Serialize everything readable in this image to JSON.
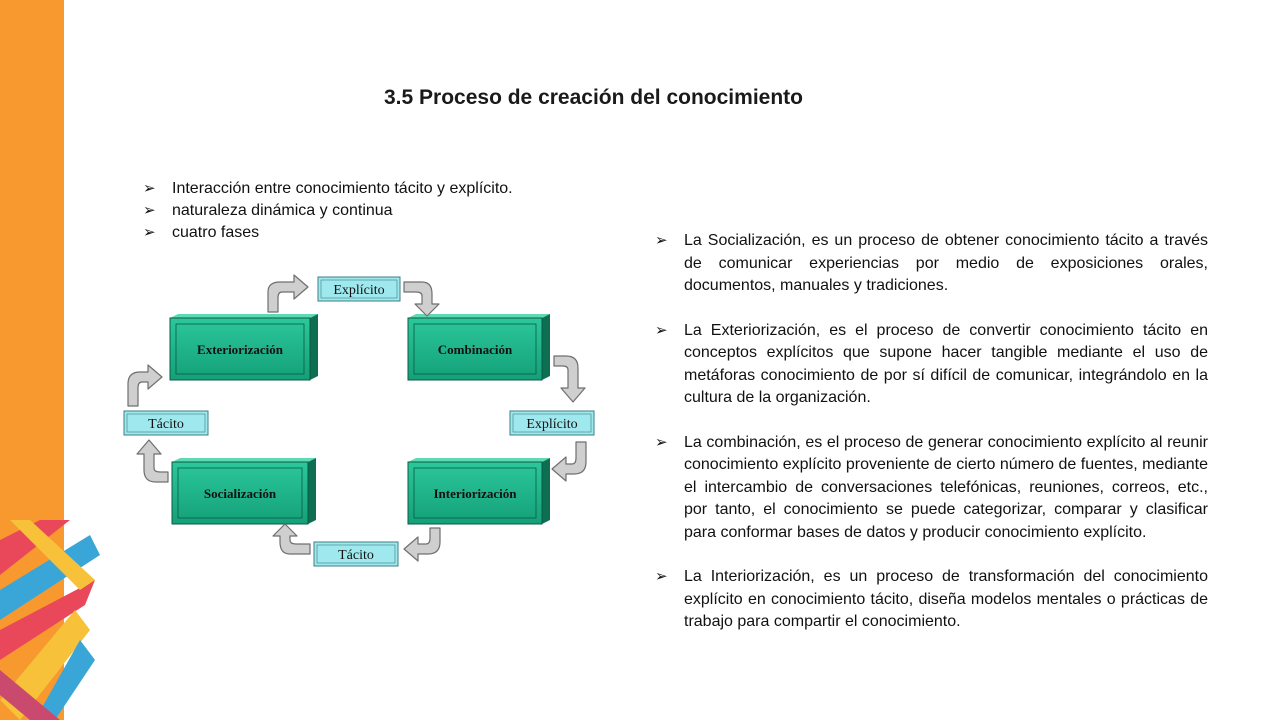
{
  "title": "3.5 Proceso de creación del conocimiento",
  "bullet_marker": "➢",
  "bullets": [
    "Interacción entre conocimiento tácito y explícito.",
    "naturaleza dinámica y continua",
    "cuatro fases"
  ],
  "diagram": {
    "boxes": {
      "exteriorizacion": "Exteriorización",
      "combinacion": "Combinación",
      "socializacion": "Socialización",
      "interiorizacion": "Interiorización"
    },
    "labels": {
      "top": "Explícito",
      "right": "Explícito",
      "left": "Tácito",
      "bottom": "Tácito"
    },
    "colors": {
      "box_face": "#1bb38a",
      "box_dark": "#0e6e52",
      "label_fill": "#9ee8ee",
      "arrow_fill": "#cfcfcf",
      "arrow_stroke": "#7a7a7a"
    }
  },
  "paragraphs": [
    "La Socialización, es un proceso de obtener conocimiento tácito a través de comunicar experiencias por medio de exposiciones orales, documentos, manuales y tradiciones.",
    "La Exteriorización, es el proceso de convertir conocimiento tácito en conceptos explícitos que supone hacer tangible mediante el uso de metáforas conocimiento de por sí difícil de comunicar, integrándolo en la cultura de la organización.",
    "La combinación, es el proceso de generar conocimiento explícito al reunir conocimiento explícito proveniente de cierto número de fuentes, mediante el intercambio de conversaciones telefónicas, reuniones, correos, etc., por tanto, el conocimiento se puede categorizar, comparar y clasificar para conformar bases de datos y producir conocimiento explícito.",
    "La Interiorización, es un proceso de transformación del conocimiento explícito en conocimiento tácito, diseña modelos mentales o prácticas de trabajo para compartir el conocimiento."
  ]
}
